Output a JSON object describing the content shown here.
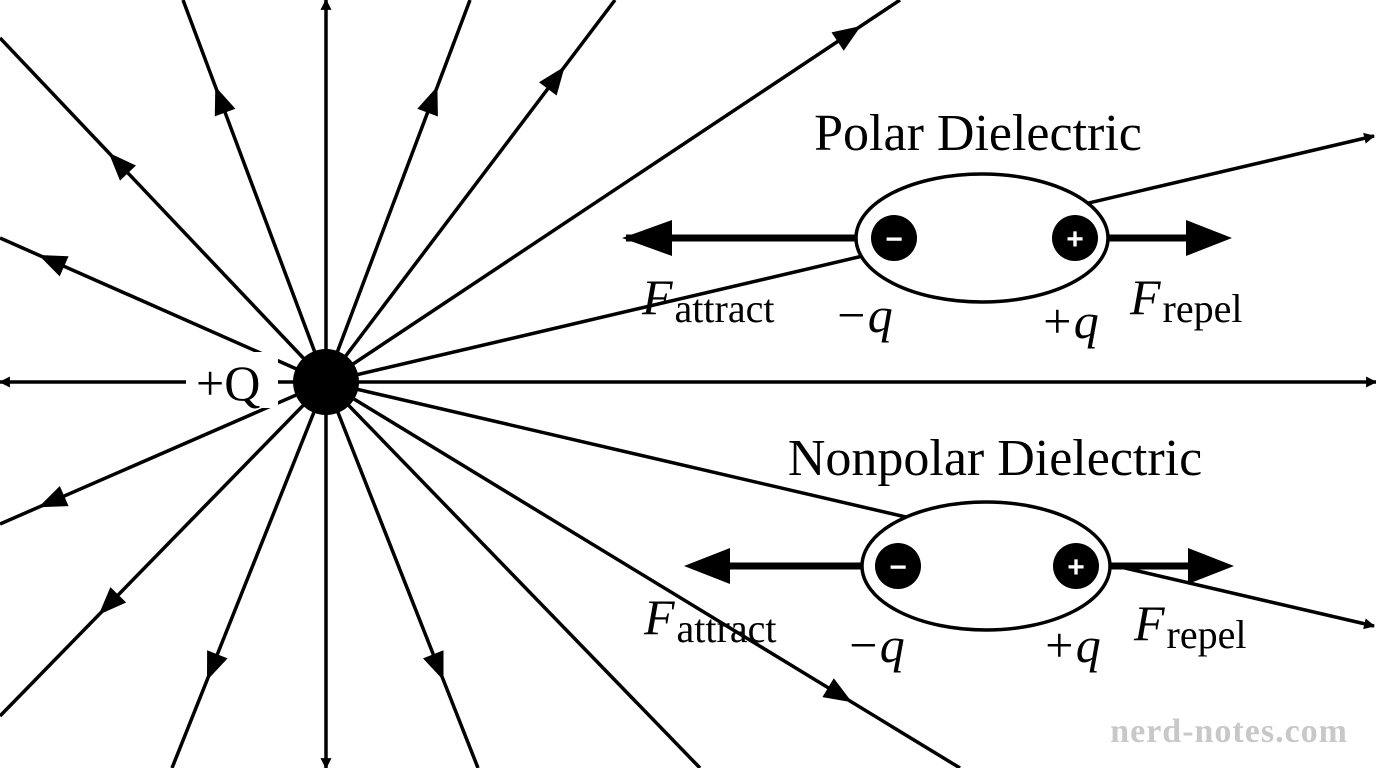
{
  "source_charge": {
    "label": "+Q"
  },
  "polar": {
    "title": "Polar Dielectric",
    "negative_sign": "−",
    "positive_sign": "+",
    "force_attract_symbol": "F",
    "force_attract_subscript": "attract",
    "force_repel_symbol": "F",
    "force_repel_subscript": "repel",
    "negative_label": "−q",
    "positive_label": "+q"
  },
  "nonpolar": {
    "title": "Nonpolar Dielectric",
    "negative_sign": "−",
    "positive_sign": "+",
    "force_attract_symbol": "F",
    "force_attract_subscript": "attract",
    "force_repel_symbol": "F",
    "force_repel_subscript": "repel",
    "negative_label": "−q",
    "positive_label": "+q"
  },
  "watermark": "nerd-notes.com",
  "colors": {
    "ink": "#000000",
    "paper": "#ffffff",
    "watermark": "#c8c8c8"
  }
}
